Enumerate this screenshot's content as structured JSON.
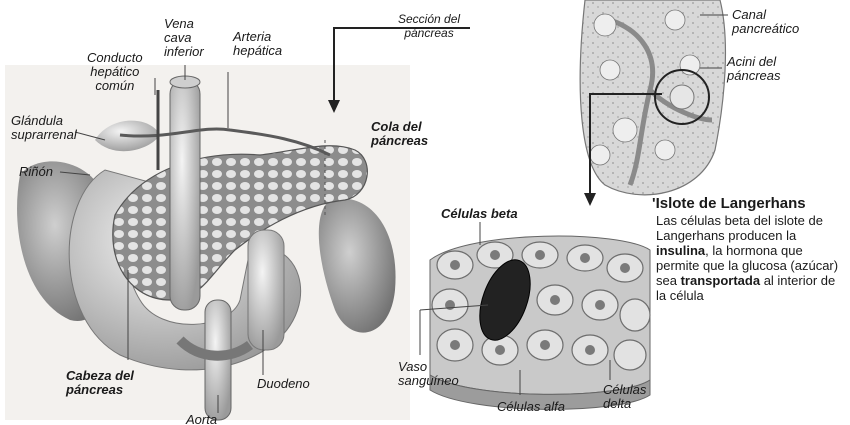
{
  "labels": {
    "vena_cava": [
      "Vena",
      "cava",
      "inferior"
    ],
    "arteria": [
      "Arteria",
      "hepática"
    ],
    "conducto": [
      "Conducto",
      "hepático",
      "común"
    ],
    "glandula": [
      "Glándula",
      "suprarrenal"
    ],
    "rinon": "Riñón",
    "cola": [
      "Cola del",
      "páncreas"
    ],
    "seccion": [
      "Sección del",
      "páncreas"
    ],
    "canal": [
      "Canal",
      "pancreático"
    ],
    "acini": [
      "Acini del",
      "páncreas"
    ],
    "cabeza": [
      "Cabeza del",
      "páncreas"
    ],
    "duodeno": "Duodeno",
    "aorta": "Aorta",
    "celulas_beta": "Células beta",
    "vaso": [
      "Vaso",
      "sanguíneo"
    ],
    "celulas_alfa": "Células alfa",
    "celulas_delta": [
      "Células",
      "delta"
    ]
  },
  "islote": {
    "title": "'Islote de Langerhans",
    "text_before": "Las células beta del islote de Langerhans producen la",
    "insulina": "insulina",
    "text_middle": ", la hormona que permite que la glucosa (azúcar) sea",
    "transportada": "transportada",
    "text_after": "al interior de la célula"
  }
}
